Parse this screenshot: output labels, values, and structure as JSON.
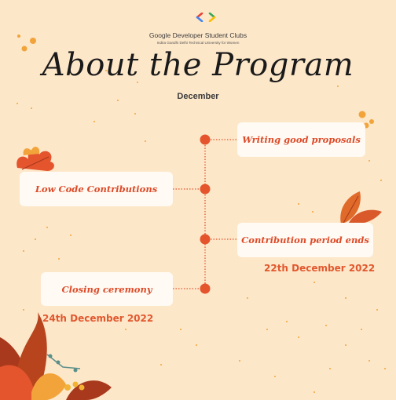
{
  "header": {
    "club_name": "Google Developer Student Clubs",
    "university": "Indira Gandhi Delhi Technical University for Women",
    "logo_icon": "gdsc-logo-icon"
  },
  "title": "About the Program",
  "subtitle": "December",
  "timeline": {
    "items": [
      {
        "label": "Writing good proposals"
      },
      {
        "label": "Low Code Contributions"
      },
      {
        "label": "Contribution period ends",
        "date": "22th December 2022"
      },
      {
        "label": "Closing ceremony",
        "date": "24th December 2022"
      }
    ]
  },
  "colors": {
    "background": "#fde7c9",
    "accent": "#dd4a28",
    "node": "#e4542d",
    "card": "#fffaf3"
  }
}
